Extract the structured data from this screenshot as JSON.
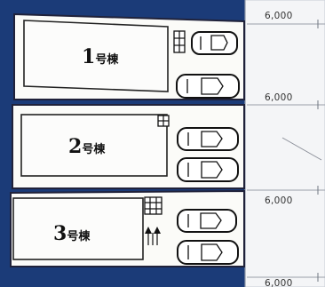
{
  "colors": {
    "background": "#1b3b78",
    "road": "#f4f5f7",
    "lot": "#fbfbf8",
    "outline": "#20223a"
  },
  "dimensions": [
    "6,000",
    "6,000",
    "6,000",
    "6,000"
  ],
  "lots": [
    {
      "number": "1",
      "suffix": "号棟",
      "parking_spaces": 2,
      "bike_icon": "grid-icon",
      "arrow_icon": "none"
    },
    {
      "number": "2",
      "suffix": "号棟",
      "parking_spaces": 2,
      "bike_icon": "grid-icon",
      "arrow_icon": "none"
    },
    {
      "number": "3",
      "suffix": "号棟",
      "parking_spaces": 2,
      "bike_icon": "grid-icon",
      "arrow_icon": "up-arrows-icon"
    }
  ]
}
